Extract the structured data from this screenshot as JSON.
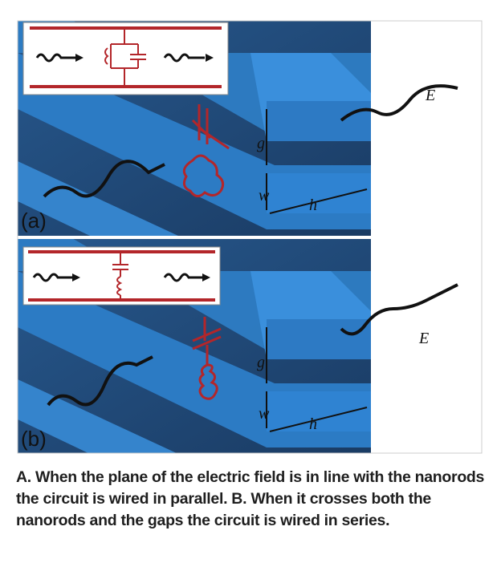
{
  "panels": [
    {
      "label": "(a)",
      "circuit": "parallel",
      "dimensions": {
        "g": "g",
        "w": "w",
        "h": "h"
      },
      "field_label": "E"
    },
    {
      "label": "(b)",
      "circuit": "series",
      "dimensions": {
        "g": "g",
        "w": "w",
        "h": "h"
      },
      "field_label": "E"
    }
  ],
  "caption": "A. When the plane of the electric field is in line with the nanorods the circuit is wired in parallel. B. When it crosses both the nanorods and the gaps the circuit is wired in series.",
  "colors": {
    "rod": "#2f87d6",
    "rod_dark": "#1d4c7c",
    "circuit": "#b3262a"
  }
}
